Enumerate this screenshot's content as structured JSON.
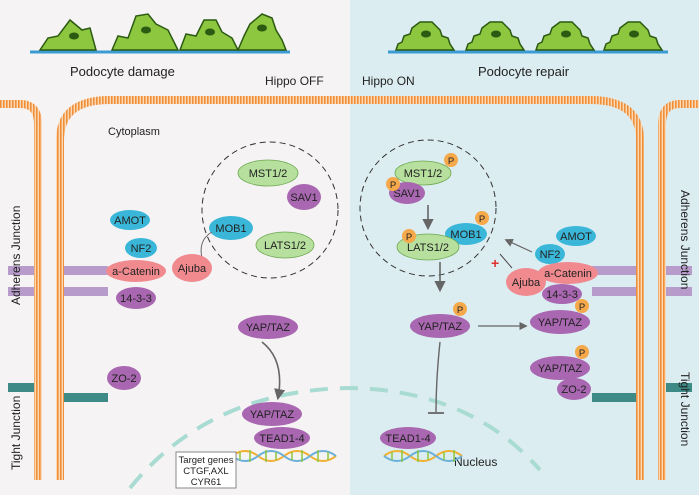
{
  "titles": {
    "left": "Podocyte damage",
    "right": "Podocyte repair",
    "hippo_off": "Hippo OFF",
    "hippo_on": "Hippo ON"
  },
  "compartments": {
    "cytoplasm": "Cytoplasm",
    "nucleus": "Nucleus"
  },
  "junctions": {
    "adherens": "Adherens Junction",
    "tight": "Tight Junction"
  },
  "left": {
    "mst": "MST1/2",
    "sav": "SAV1",
    "mob": "MOB1",
    "lats": "LATS1/2",
    "ajuba": "Ajuba",
    "amot": "AMOT",
    "nf2": "NF2",
    "catenin": "a-Catenin",
    "p1433": "14-3-3",
    "yap_cyto": "YAP/TAZ",
    "zo2": "ZO-2",
    "yap_nuc": "YAP/TAZ",
    "tead": "TEAD1-4",
    "target_title": "Target genes",
    "target_line1": "CTGF,AXL",
    "target_line2": "CYR61"
  },
  "right": {
    "mst": "MST1/2",
    "sav": "SAV1",
    "mob": "MOB1",
    "lats": "LATS1/2",
    "ajuba": "Ajuba",
    "amot": "AMOT",
    "nf2": "NF2",
    "catenin": "a-Catenin",
    "p1433": "14-3-3",
    "yap_main": "YAP/TAZ",
    "yap_bound": "YAP/TAZ",
    "yap_tj": "YAP/TAZ",
    "zo2": "ZO-2",
    "tead": "TEAD1-4"
  },
  "phospho": "P",
  "inhibit_mark": "+",
  "colors": {
    "left_bg": "#f6f3f4",
    "right_bg": "#dcedf1",
    "cell_green": "#8dc63f",
    "green_protein": "#b7df9e",
    "blue_protein": "#3ab7d8",
    "purple_protein": "#a867b0",
    "pink_protein": "#f08a8f",
    "phospho": "#f5a94b",
    "membrane": "#f3a35a",
    "adherens_bar": "#b79ccb",
    "tight_bar": "#3d8a86"
  }
}
